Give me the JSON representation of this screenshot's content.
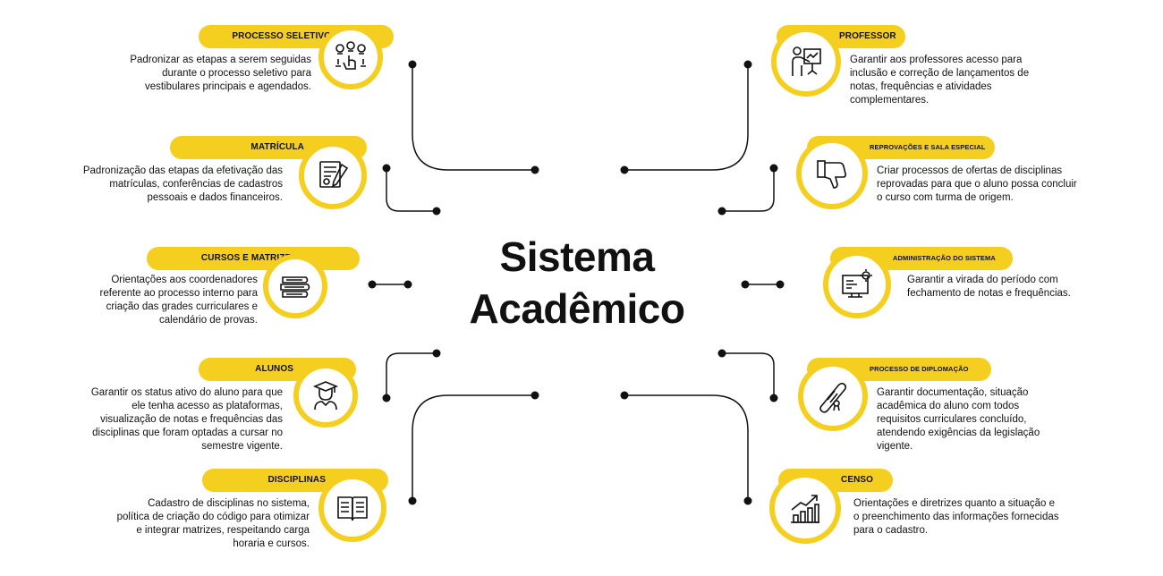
{
  "title_line1": "Sistema",
  "title_line2": "Acadêmico",
  "left_items": [
    {
      "label": "PROCESSO SELETIVO",
      "icon": "people-selection-icon",
      "desc": "Padronizar as etapas a serem seguidas durante o processo seletivo para vestibulares principais e agendados."
    },
    {
      "label": "MATRÍCULA",
      "icon": "form-signature-icon",
      "desc": "Padronização das etapas da efetivação das matrículas, conferências de cadastros pessoais e dados financeiros."
    },
    {
      "label": "CURSOS E MATRIZES",
      "icon": "books-stack-icon",
      "desc": "Orientações aos coordenadores referente ao processo interno para criação das grades curriculares e calendário de provas."
    },
    {
      "label": "ALUNOS",
      "icon": "graduate-student-icon",
      "desc": "Garantir os status ativo do aluno para que ele tenha acesso as plataformas, visualização de notas e frequências das disciplinas que foram optadas a cursar no semestre vigente."
    },
    {
      "label": "DISCIPLINAS",
      "icon": "open-book-icon",
      "desc": "Cadastro de disciplinas no sistema, política de criação do código para otimizar e integrar matrizes, respeitando carga horaria e cursos."
    }
  ],
  "right_items": [
    {
      "label": "PROFESSOR",
      "icon": "teacher-board-icon",
      "desc": "Garantir aos professores acesso para inclusão e correção de lançamentos de notas, frequências e atividades complementares."
    },
    {
      "label": "REPROVAÇÕES E SALA ESPECIAL",
      "icon": "thumbs-down-icon",
      "desc": "Criar processos de ofertas de disciplinas reprovadas para que o aluno possa concluir o curso com turma de origem."
    },
    {
      "label": "ADMINISTRAÇÃO DO SISTEMA",
      "icon": "computer-settings-icon",
      "desc": "Garantir a virada do período com fechamento de notas e frequências."
    },
    {
      "label": "PROCESSO DE DIPLOMAÇÃO",
      "icon": "diploma-scroll-icon",
      "desc": "Garantir documentação, situação acadêmica do aluno com todos requisitos curriculares concluído, atendendo exigências da legislação vigente."
    },
    {
      "label": "CENSO",
      "icon": "growth-chart-icon",
      "desc": "Orientações e diretrizes quanto a situação e o preenchimento das informações fornecidas para o cadastro."
    }
  ]
}
